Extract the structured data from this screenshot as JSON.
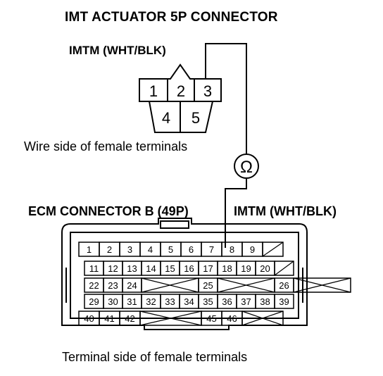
{
  "labels": {
    "title": "IMT ACTUATOR 5P CONNECTOR",
    "imtm_top": "IMTM (WHT/BLK)",
    "wire_side": "Wire side of female terminals",
    "ecm_connector": "ECM CONNECTOR B (49P)",
    "imtm_ecm": "IMTM (WHT/BLK)",
    "terminal_side": "Terminal side of female terminals"
  },
  "meter_symbol": "Ω",
  "connector_5p": {
    "top_row": [
      "1",
      "2",
      "3"
    ],
    "bottom_row": [
      "4",
      "5"
    ]
  },
  "ecm_rows": [
    [
      "1",
      "2",
      "3",
      "4",
      "5",
      "6",
      "7",
      "8",
      "9",
      ""
    ],
    [
      "11",
      "12",
      "13",
      "14",
      "15",
      "16",
      "17",
      "18",
      "19",
      "20",
      ""
    ],
    [
      "22",
      "23",
      "24",
      "",
      "25",
      "",
      "26",
      ""
    ],
    [
      "29",
      "30",
      "31",
      "32",
      "33",
      "34",
      "35",
      "36",
      "37",
      "38",
      "39"
    ],
    [
      "40",
      "41",
      "42",
      "",
      "45",
      "46",
      ""
    ]
  ]
}
